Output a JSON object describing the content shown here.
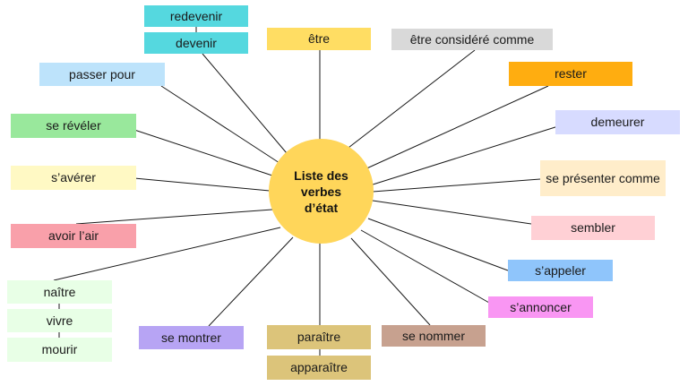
{
  "center": {
    "label": "Liste des verbes d’état"
  },
  "nodes": [
    {
      "label": "redevenir"
    },
    {
      "label": "devenir"
    },
    {
      "label": "être"
    },
    {
      "label": "être considéré comme"
    },
    {
      "label": "passer pour"
    },
    {
      "label": "rester"
    },
    {
      "label": "se révéler"
    },
    {
      "label": "demeurer"
    },
    {
      "label": "s’avérer"
    },
    {
      "label": "se présenter comme"
    },
    {
      "label": "avoir l’air"
    },
    {
      "label": "sembler"
    },
    {
      "label": "s’appeler"
    },
    {
      "label": "naître"
    },
    {
      "label": "s’annoncer"
    },
    {
      "label": "vivre"
    },
    {
      "label": "se montrer"
    },
    {
      "label": "paraître"
    },
    {
      "label": "se nommer"
    },
    {
      "label": "mourir"
    },
    {
      "label": "apparaître"
    }
  ],
  "colors": {
    "center": "#ffd65a",
    "lines": "#1a1a1a"
  }
}
